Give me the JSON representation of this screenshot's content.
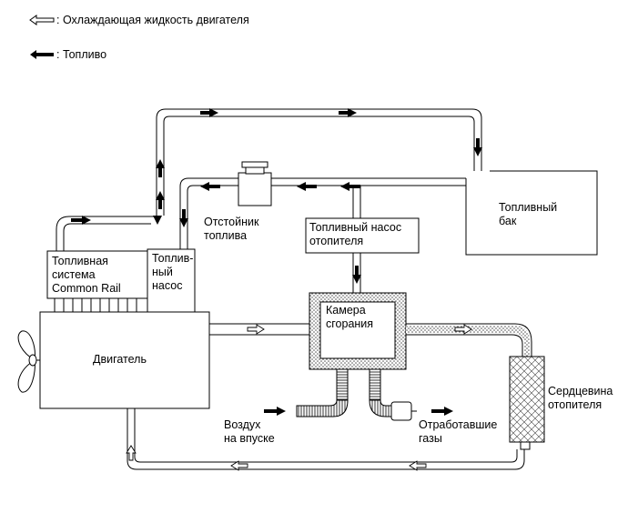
{
  "legend": {
    "coolant": ": Охлаждающая жидкость двигателя",
    "fuel": ": Топливо"
  },
  "labels": {
    "common_rail": [
      "Топливная",
      "система",
      "Common Rail"
    ],
    "fuel_pump": [
      "Топлив-",
      "ный",
      "насос"
    ],
    "fuel_filter": [
      "Отстойник",
      "топлива"
    ],
    "heater_pump": [
      "Топливный насос",
      "отопителя"
    ],
    "fuel_tank": [
      "Топливный",
      "бак"
    ],
    "combustion_chamber": [
      "Камера",
      "сгорания"
    ],
    "engine": "Двигатель",
    "heater_core": [
      "Сердцевина",
      "отопителя"
    ],
    "intake_air": [
      "Воздух",
      "на впуске"
    ],
    "exhaust": [
      "Отработавшие",
      "газы"
    ]
  },
  "colors": {
    "line": "#000000",
    "background": "#ffffff",
    "fill_hatch": "#c8c8c8"
  }
}
